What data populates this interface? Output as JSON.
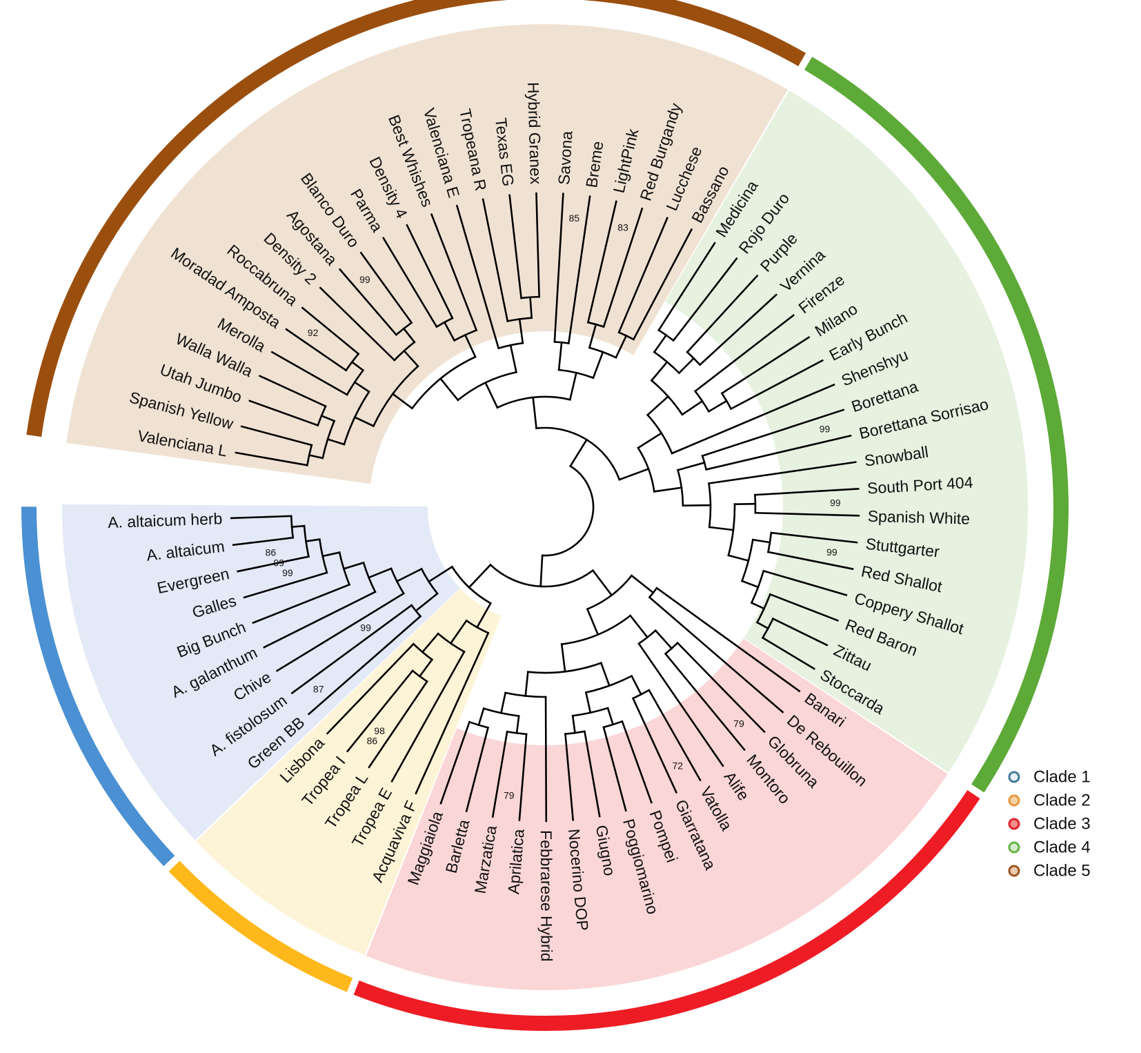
{
  "clades": [
    {
      "id": 1,
      "name": "Clade 1",
      "ring_color": "#4A90D2",
      "fill_color": "#E3E9F6",
      "marker_color": "#3E7A99",
      "marker_fill": "#EAF1F6"
    },
    {
      "id": 2,
      "name": "Clade 2",
      "ring_color": "#FFB81C",
      "fill_color": "#FDF3D6",
      "marker_color": "#E8973A",
      "marker_fill": "#F7D2A6"
    },
    {
      "id": 3,
      "name": "Clade 3",
      "ring_color": "#EE1C24",
      "fill_color": "#FBD6D6",
      "marker_color": "#E52027",
      "marker_fill": "#F48C8C"
    },
    {
      "id": 4,
      "name": "Clade 4",
      "ring_color": "#5DAA38",
      "fill_color": "#E6F1E0",
      "marker_color": "#63B445",
      "marker_fill": "#D4EACA"
    },
    {
      "id": 5,
      "name": "Clade 5",
      "ring_color": "#9B4F0F",
      "fill_color": "#F0E2D3",
      "marker_color": "#A0521D",
      "marker_fill": "#E9CBB2"
    }
  ],
  "leaves": [
    {
      "name": "Valenciana L",
      "clade": 5
    },
    {
      "name": "Spanish Yellow",
      "clade": 5
    },
    {
      "name": "Utah Jumbo",
      "clade": 5
    },
    {
      "name": "Walla Walla",
      "clade": 5
    },
    {
      "name": "Merolla",
      "clade": 5
    },
    {
      "name": "Moradad Amposta",
      "clade": 5
    },
    {
      "name": "Roccabruna",
      "clade": 5
    },
    {
      "name": "Density 2",
      "clade": 5
    },
    {
      "name": "Agostana",
      "clade": 5
    },
    {
      "name": "Blanco Duro",
      "clade": 5
    },
    {
      "name": "Parma",
      "clade": 5
    },
    {
      "name": "Density 4",
      "clade": 5
    },
    {
      "name": "Best Whishes",
      "clade": 5
    },
    {
      "name": "Valenciana E",
      "clade": 5
    },
    {
      "name": "Tropeana R",
      "clade": 5
    },
    {
      "name": "Texas EG",
      "clade": 5
    },
    {
      "name": "Hybrid Granex",
      "clade": 5
    },
    {
      "name": "Savona",
      "clade": 5
    },
    {
      "name": "Breme",
      "clade": 5
    },
    {
      "name": "LightPink",
      "clade": 5
    },
    {
      "name": "Red Burgandy",
      "clade": 5
    },
    {
      "name": "Lucchese",
      "clade": 5
    },
    {
      "name": "Bassano",
      "clade": 5
    },
    {
      "name": "Medicina",
      "clade": 4
    },
    {
      "name": "Rojo Duro",
      "clade": 4
    },
    {
      "name": "Purple",
      "clade": 4
    },
    {
      "name": "Vernina",
      "clade": 4
    },
    {
      "name": "Firenze",
      "clade": 4
    },
    {
      "name": "Milano",
      "clade": 4
    },
    {
      "name": "Early Bunch",
      "clade": 4
    },
    {
      "name": "Shenshyu",
      "clade": 4
    },
    {
      "name": "Borettana",
      "clade": 4
    },
    {
      "name": "Borettana Sorrisao",
      "clade": 4
    },
    {
      "name": "Snowball",
      "clade": 4
    },
    {
      "name": "South Port 404",
      "clade": 4
    },
    {
      "name": "Spanish White",
      "clade": 4
    },
    {
      "name": "Stuttgarter",
      "clade": 4
    },
    {
      "name": "Red Shallot",
      "clade": 4
    },
    {
      "name": "Coppery Shallot",
      "clade": 4
    },
    {
      "name": "Red Baron",
      "clade": 4
    },
    {
      "name": "Zittau",
      "clade": 4
    },
    {
      "name": "Stoccarda",
      "clade": 4
    },
    {
      "name": "Banari",
      "clade": 3
    },
    {
      "name": "De Rebouillon",
      "clade": 3
    },
    {
      "name": "Globruna",
      "clade": 3
    },
    {
      "name": "Montoro",
      "clade": 3
    },
    {
      "name": "Alife",
      "clade": 3
    },
    {
      "name": "Vatolla",
      "clade": 3
    },
    {
      "name": "Giarratana",
      "clade": 3
    },
    {
      "name": "Pompei",
      "clade": 3
    },
    {
      "name": "Poggiomarino",
      "clade": 3
    },
    {
      "name": "Giugno",
      "clade": 3
    },
    {
      "name": "Nocerino DOP",
      "clade": 3
    },
    {
      "name": "Febbrarese Hybrid",
      "clade": 3
    },
    {
      "name": "Aprilatica",
      "clade": 3
    },
    {
      "name": "Marzatica",
      "clade": 3
    },
    {
      "name": "Barletta",
      "clade": 3
    },
    {
      "name": "Maggiaiola",
      "clade": 3
    },
    {
      "name": "Acquaviva F",
      "clade": 2
    },
    {
      "name": "Tropea E",
      "clade": 2
    },
    {
      "name": "Tropea L",
      "clade": 2
    },
    {
      "name": "Tropea I",
      "clade": 2
    },
    {
      "name": "Lisbona",
      "clade": 2
    },
    {
      "name": "Green BB",
      "clade": 1
    },
    {
      "name": "A. fistolosum",
      "clade": 1
    },
    {
      "name": "Chive",
      "clade": 1
    },
    {
      "name": "A. galanthum",
      "clade": 1
    },
    {
      "name": "Big Bunch",
      "clade": 1
    },
    {
      "name": "Galles",
      "clade": 1
    },
    {
      "name": "Evergreen",
      "clade": 1
    },
    {
      "name": "A. altaicum",
      "clade": 1
    },
    {
      "name": "A. altaicum herb",
      "clade": 1
    }
  ],
  "tree": [
    [
      [
        [
          [
            [
              [
                "Valenciana L",
                "Spanish Yellow"
              ],
              [
                "Utah Jumbo",
                "Walla Walla"
              ]
            ],
            [
              "Merolla",
              [
                "Moradad Amposta",
                "Roccabruna"
              ]
            ]
          ],
          [
            "Density 2",
            [
              "Agostana",
              "Blanco Duro"
            ]
          ]
        ],
        [
          [
            "Parma",
            "Density 4"
          ],
          "Best Whishes"
        ]
      ],
      [
        "Valenciana E",
        [
          "Tropeana R",
          [
            "Texas EG",
            "Hybrid Granex"
          ]
        ]
      ]
    ],
    [
      [
        "Savona",
        "Breme"
      ],
      [
        [
          "LightPink",
          "Red Burgandy"
        ],
        [
          "Lucchese",
          "Bassano"
        ]
      ]
    ]
  ],
  "tree_clade4": [
    [
      [
        [
          [
            "Medicina",
            "Rojo Duro"
          ],
          [
            "Purple",
            "Vernina"
          ]
        ],
        [
          "Firenze",
          [
            "Milano",
            "Early Bunch"
          ]
        ]
      ],
      "Shenshyu"
    ],
    [
      [
        "Borettana",
        "Borettana Sorrisao"
      ],
      [
        "Snowball",
        [
          [
            "South Port 404",
            "Spanish White"
          ],
          [
            [
              "Stuttgarter",
              "Red Shallot"
            ],
            [
              "Coppery Shallot",
              [
                "Red Baron",
                [
                  "Zittau",
                  "Stoccarda"
                ]
              ]
            ]
          ]
        ]
      ]
    ]
  ],
  "tree_clade3": [
    [
      "Banari",
      "De Rebouillon"
    ],
    [
      [
        [
          "Globruna",
          "Montoro"
        ],
        "Alife"
      ],
      [
        [
          [
            "Vatolla",
            "Giarratana"
          ],
          [
            [
              "Pompei",
              "Poggiomarino"
            ],
            [
              "Giugno",
              "Nocerino DOP"
            ]
          ]
        ],
        [
          "Febbrarese Hybrid",
          [
            [
              "Aprilatica",
              "Marzatica"
            ],
            [
              "Barletta",
              "Maggiaiola"
            ]
          ]
        ]
      ]
    ]
  ],
  "tree_clade2": [
    "Acquaviva F",
    [
      "Tropea E",
      [
        [
          "Tropea L",
          "Tropea I"
        ],
        "Lisbona"
      ]
    ]
  ],
  "tree_clade1": [
    [
      "Green BB",
      "A. fistolosum"
    ],
    [
      "Chive",
      [
        "A. galanthum",
        [
          "Big Bunch",
          [
            "Galles",
            [
              "Evergreen",
              [
                "A. altaicum",
                "A. altaicum herb"
              ]
            ]
          ]
        ]
      ]
    ]
  ],
  "bootstrap": [
    {
      "label": "92",
      "between": [
        "Moradad Amposta",
        "Roccabruna"
      ]
    },
    {
      "label": "99",
      "between": [
        "Agostana",
        "Blanco Duro"
      ]
    },
    {
      "label": "85",
      "between": [
        "Savona",
        "Breme"
      ]
    },
    {
      "label": "83",
      "between": [
        "LightPink",
        "Red Burgandy"
      ]
    },
    {
      "label": "99",
      "between": [
        "Borettana",
        "Borettana Sorrisao"
      ]
    },
    {
      "label": "99",
      "between": [
        "South Port 404",
        "Spanish White"
      ]
    },
    {
      "label": "99",
      "between": [
        "Stuttgarter",
        "Red Shallot"
      ]
    },
    {
      "label": "79",
      "between": [
        "Globruna",
        "Montoro"
      ]
    },
    {
      "label": "72",
      "between": [
        "Vatolla",
        "Giarratana"
      ]
    },
    {
      "label": "79",
      "between": [
        "Aprilatica",
        "Marzatica"
      ]
    },
    {
      "label": "86",
      "between": [
        "Tropea L",
        "Tropea I"
      ]
    },
    {
      "label": "98",
      "between": [
        "Tropea E",
        "Lisbona"
      ]
    },
    {
      "label": "87",
      "between": [
        "Green BB",
        "A. fistolosum"
      ]
    },
    {
      "label": "86",
      "between": [
        "Galles",
        "A. altaicum herb"
      ]
    },
    {
      "label": "99",
      "between": [
        "Big Bunch",
        "A. altaicum herb"
      ]
    },
    {
      "label": "99",
      "between": [
        "A. galanthum",
        "A. altaicum herb"
      ]
    },
    {
      "label": "99",
      "between": [
        "Acquaviva F",
        "A. altaicum herb"
      ]
    }
  ],
  "legend": {
    "title": "",
    "items": [
      "Clade 1",
      "Clade 2",
      "Clade 3",
      "Clade 4",
      "Clade 5"
    ]
  }
}
